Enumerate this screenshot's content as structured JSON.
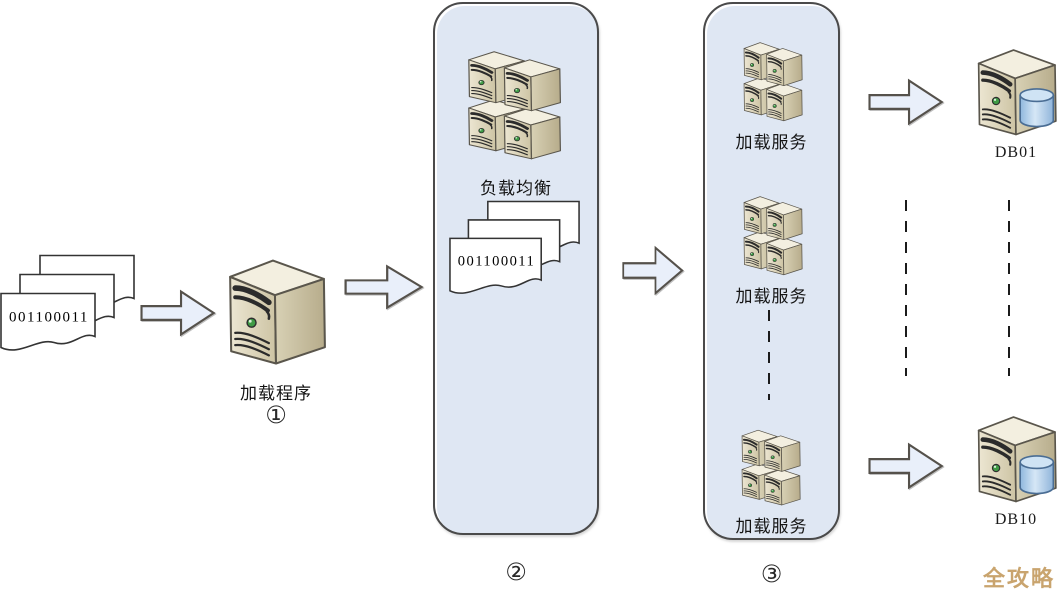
{
  "diagram": {
    "input_docs": {
      "binary_text": "001100011"
    },
    "loader": {
      "label": "加载程序",
      "step": "①"
    },
    "balancer_panel": {
      "cluster_label": "负载均衡",
      "binary_text": "001100011",
      "step": "②"
    },
    "service_panel": {
      "services": [
        {
          "label": "加载服务"
        },
        {
          "label": "加载服务"
        },
        {
          "label": "加载服务"
        }
      ],
      "step": "③"
    },
    "databases": [
      {
        "label": "DB01"
      },
      {
        "label": "DB10"
      }
    ],
    "watermark": "全攻略"
  },
  "colors": {
    "panel_fill": "#dfe7f3",
    "panel_border": "#4a4a4a",
    "arrow_fill": "#e9effa",
    "arrow_outline": "#55514b",
    "server_front": "#d9d2b6",
    "server_side": "#c0b595",
    "server_top": "#f3efe0",
    "db_cylinder": "#9abfe2",
    "led_green": "#3f9b45",
    "watermark_gold": "#c9a46e"
  }
}
